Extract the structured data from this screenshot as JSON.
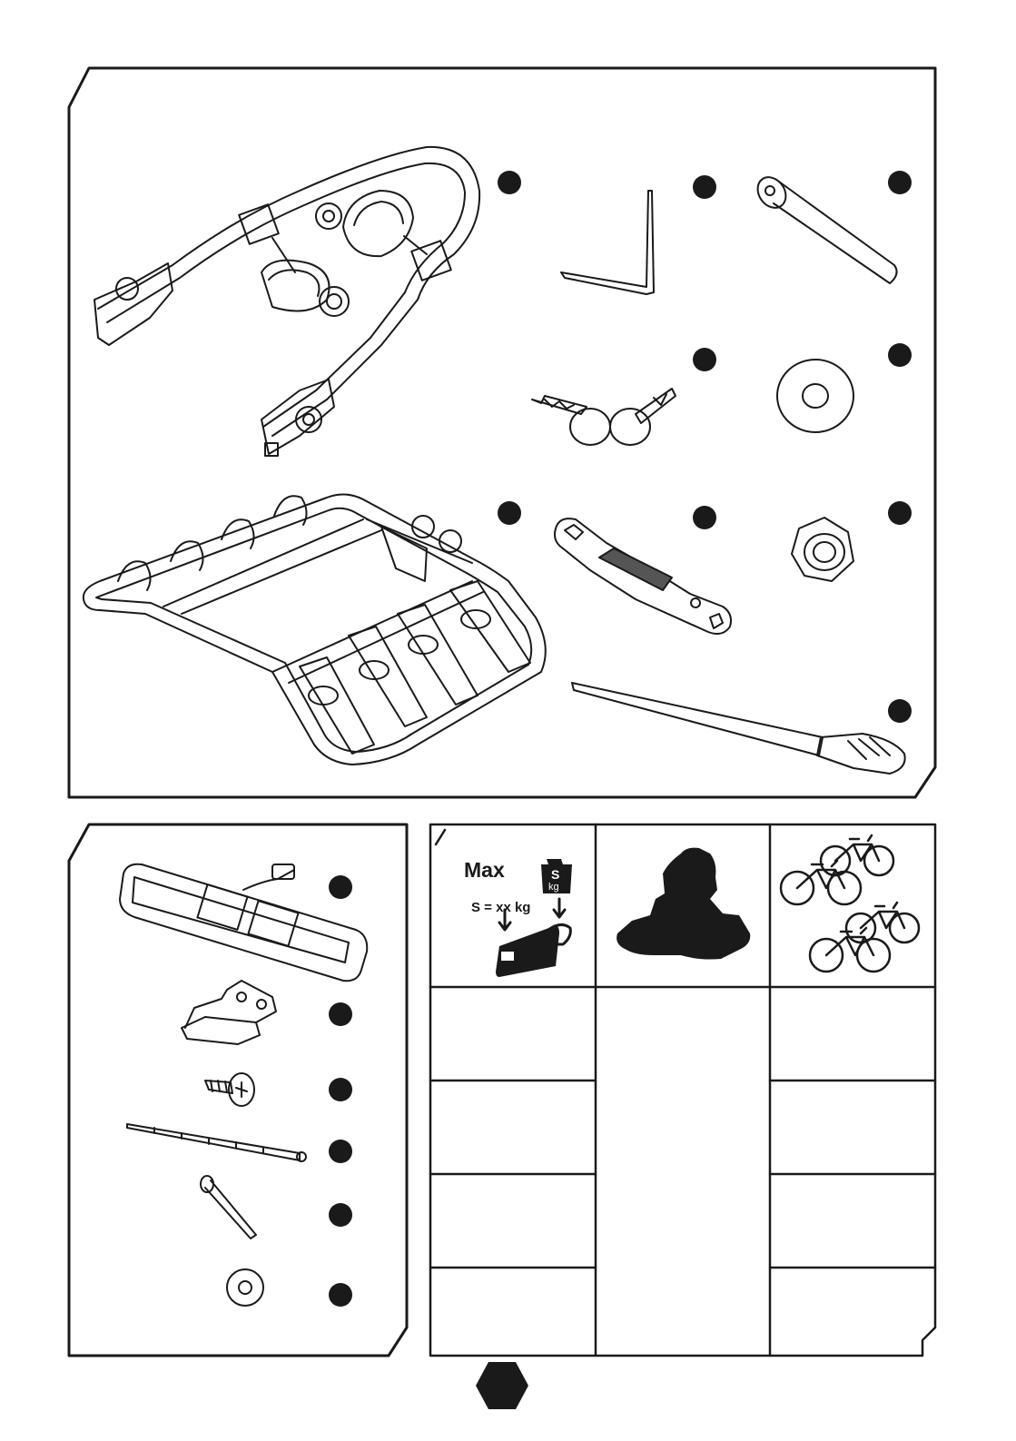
{
  "colors": {
    "ink": "#1a1a1a",
    "paper": "#ffffff"
  },
  "load_panel": {
    "max_label": "Max",
    "weight_letter": "S",
    "weight_unit": "kg",
    "formula": "S = xx kg"
  },
  "top_panel_parts": [
    {
      "icon": "bike-carrier-frame-icon"
    },
    {
      "icon": "hex-key-icon"
    },
    {
      "icon": "bolt-pin-icon"
    },
    {
      "icon": "keys-icon"
    },
    {
      "icon": "washer-icon"
    },
    {
      "icon": "hex-nut-icon"
    },
    {
      "icon": "wrench-tool-icon"
    },
    {
      "icon": "ratchet-strap-icon"
    }
  ],
  "left_panel_parts": [
    {
      "icon": "light-bar-icon"
    },
    {
      "icon": "mounting-bracket-icon"
    },
    {
      "icon": "screw-icon"
    },
    {
      "icon": "cable-tie-icon"
    },
    {
      "icon": "small-bolt-icon"
    },
    {
      "icon": "small-washer-icon"
    }
  ],
  "table_header_icons": [
    "load-weight-icon",
    "ball-coupling-silhouette-icon",
    "four-bikes-icon"
  ]
}
